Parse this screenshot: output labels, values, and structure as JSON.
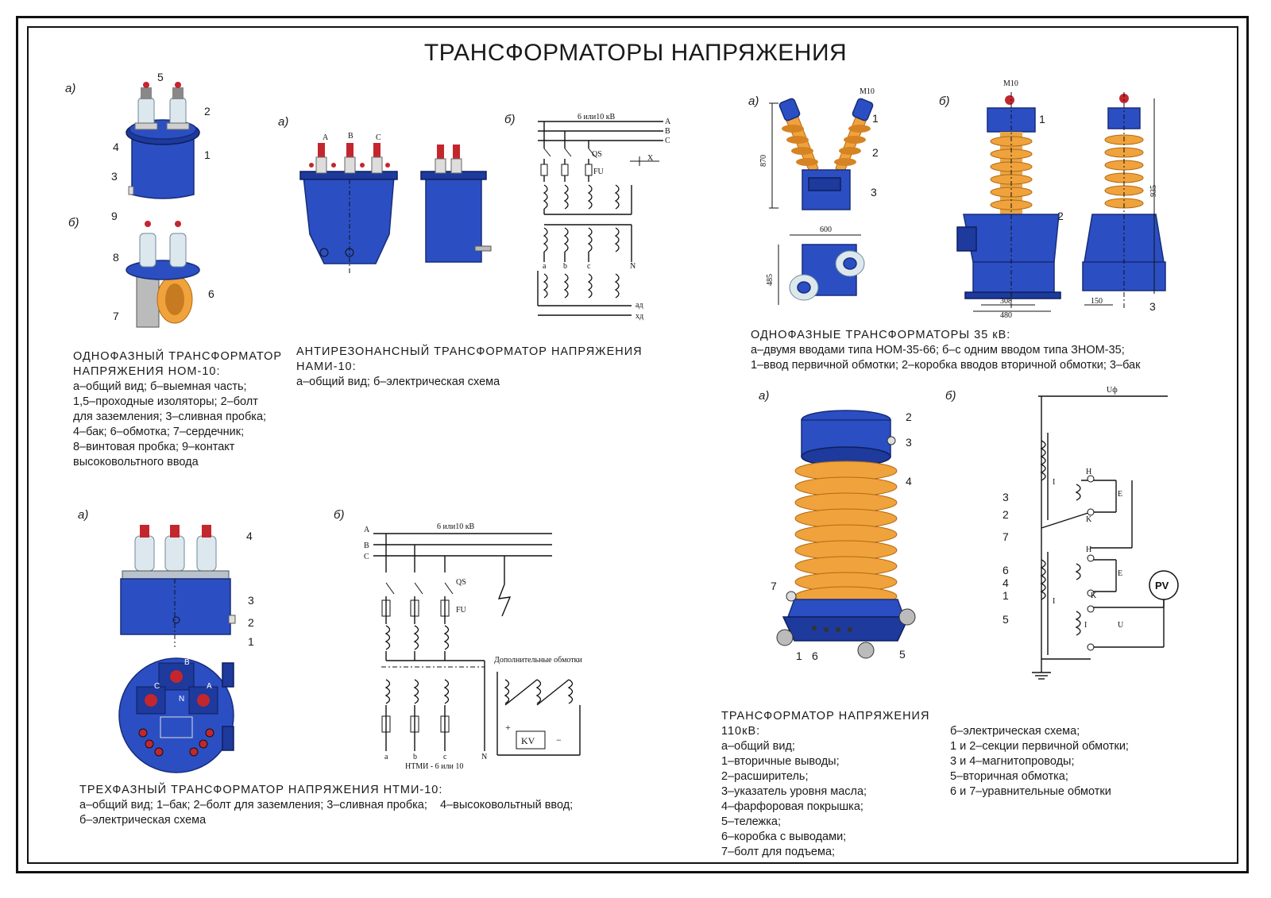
{
  "title": "ТРАНСФОРМАТОРЫ НАПРЯЖЕНИЯ",
  "panel_labels": {
    "a": "а)",
    "b": "б)"
  },
  "nom10": {
    "callouts": [
      "5",
      "2",
      "4",
      "1",
      "3",
      "9",
      "8",
      "6",
      "7"
    ],
    "caption_head": [
      "ОДНОФАЗНЫЙ ТРАНСФОРМАТОР",
      "НАПРЯЖЕНИЯ НОМ-10:"
    ],
    "caption_lines": [
      "а–общий вид; б–выемная часть;",
      "1,5–проходные изоляторы; 2–болт",
      "для заземления; 3–сливная пробка;",
      "4–бак; 6–обмотка; 7–сердечник;",
      "8–винтовая пробка; 9–контакт",
      "высоковольтного ввода"
    ]
  },
  "nami10": {
    "phases": [
      "A",
      "B",
      "C"
    ],
    "bus_label": "6 или10 кВ",
    "sw_label": "QS",
    "fu_label": "FU",
    "terminals": [
      "a",
      "b",
      "c",
      "N"
    ],
    "aux": [
      "aд",
      "xд"
    ],
    "caption_head": "АНТИРЕЗОНАНСНЫЙ ТРАНСФОРМАТОР НАПРЯЖЕНИЯ НАМИ-10:",
    "caption_line": "а–общий вид; б–электрическая схема"
  },
  "t35": {
    "dims": [
      "M10",
      "870",
      "600",
      "485",
      "M10",
      "935",
      "308",
      "480",
      "150"
    ],
    "callouts": [
      "1",
      "2",
      "3",
      "1",
      "2",
      "3"
    ],
    "caption_head": "ОДНОФАЗНЫЕ ТРАНСФОРМАТОРЫ 35 кВ:",
    "caption_lines": [
      "а–двумя вводами типа НОМ-35-66; б–с одним вводом типа ЗНОМ-35;",
      "1–ввод первичной обмотки; 2–коробка вводов вторичной обмотки; 3–бак"
    ]
  },
  "ntmi10": {
    "callouts": [
      "4",
      "3",
      "2",
      "1"
    ],
    "bus_label": "6 или10 кВ",
    "phases": [
      "A",
      "B",
      "C"
    ],
    "aux_label": "Дополнительные обмотки",
    "bottom_label": "НТМИ - 6 или 10",
    "meter": "KV",
    "caption_head": "ТРЕХФАЗНЫЙ ТРАНСФОРМАТОР НАПРЯЖЕНИЯ НТМИ-10:",
    "caption_lines": [
      "а–общий вид; 1–бак; 2–болт для заземления; 3–сливная пробка;",
      "4–высоковольтный ввод;",
      "б–электрическая схема"
    ]
  },
  "t110": {
    "callouts": [
      "2",
      "3",
      "4",
      "7",
      "1",
      "6",
      "5"
    ],
    "schema_callouts": [
      "3",
      "2",
      "7",
      "6",
      "4",
      "1",
      "5"
    ],
    "uph": "Uф",
    "meter": "PV",
    "caption_head": "ТРАНСФОРМАТОР НАПРЯЖЕНИЯ 110кВ:",
    "caption_left": [
      "а–общий вид;",
      "1–вторичные выводы;",
      "2–расширитель;",
      "3–указатель уровня масла;",
      "4–фарфоровая покрышка;",
      "5–тележка;",
      "6–коробка с выводами;",
      "7–болт для подъема;"
    ],
    "caption_right": [
      "б–электрическая схема;",
      "1 и 2–секции первичной обмотки;",
      "3 и 4–магнитопроводы;",
      "5–вторичная обмотка;",
      "6 и 7–уравнительные обмотки"
    ]
  },
  "colors": {
    "tank_blue": "#2b4fc2",
    "porcelain_orange": "#f0a23c",
    "contact_red": "#c4262e"
  }
}
